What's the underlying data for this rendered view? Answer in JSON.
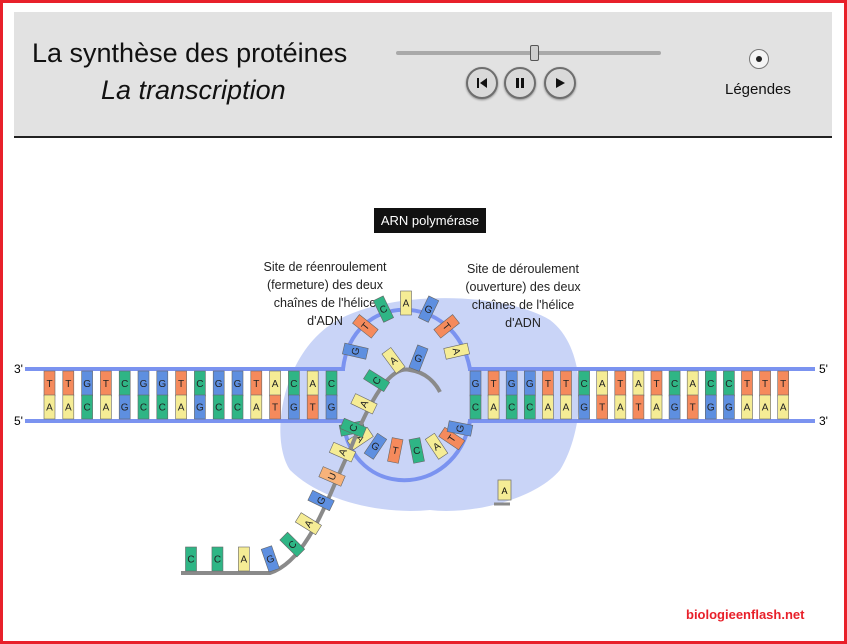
{
  "header": {
    "title": "La synthèse des protéines",
    "subtitle": "La transcription",
    "legend_label": "Légendes",
    "slider_progress": 0.52
  },
  "diagram": {
    "enzyme_label": "ARN polymérase",
    "rewind_note_lines": [
      "Site de réenroulement",
      "(fermeture) des deux",
      "chaînes de l'hélice",
      "d'ADN"
    ],
    "unwind_note_lines": [
      "Site de déroulement",
      "(ouverture) des deux",
      "chaînes de l'hélice",
      "d'ADN"
    ],
    "strand_ends": {
      "top_left": "3'",
      "top_right": "5'",
      "bottom_left": "5'",
      "bottom_right": "3'"
    },
    "dna_left_top": [
      "T",
      "T",
      "G",
      "T",
      "C",
      "G",
      "G",
      "T",
      "C",
      "G",
      "G",
      "T",
      "A",
      "C",
      "A",
      "C"
    ],
    "dna_left_bottom": [
      "A",
      "A",
      "C",
      "A",
      "G",
      "C",
      "C",
      "A",
      "G",
      "C",
      "C",
      "A",
      "T",
      "G",
      "T",
      "G"
    ],
    "dna_right_top": [
      "G",
      "T",
      "G",
      "G",
      "T",
      "T",
      "C",
      "A",
      "T",
      "A",
      "T",
      "C",
      "A",
      "C",
      "C",
      "T",
      "T",
      "T"
    ],
    "dna_right_bottom": [
      "C",
      "A",
      "C",
      "C",
      "A",
      "A",
      "G",
      "T",
      "A",
      "T",
      "A",
      "G",
      "T",
      "G",
      "G",
      "A",
      "A",
      "A"
    ],
    "template_bubble_bases": [
      "G",
      "T",
      "C",
      "A",
      "G",
      "T",
      "A"
    ],
    "coding_bubble_bases": [
      "C",
      "A",
      "G",
      "T",
      "C",
      "A",
      "T",
      "G"
    ],
    "rna_bases": [
      "C",
      "C",
      "A",
      "G",
      "C",
      "A",
      "G",
      "U",
      "A",
      "C",
      "A",
      "C",
      "A",
      "G"
    ],
    "free_nucleotide": "A",
    "watermark": "biologieenflash.net"
  },
  "colors": {
    "frame": "#e8202a",
    "A": "#f5ec95",
    "T": "#f58a5c",
    "U": "#f7b27a",
    "G": "#5e8fe0",
    "C": "#2fb585",
    "strand": "#7b93f0",
    "rna_backbone": "#8a8a8a",
    "enzyme": "#c9d4f7"
  }
}
